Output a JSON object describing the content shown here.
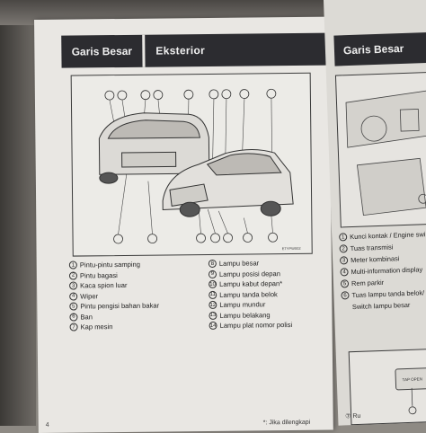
{
  "left_page": {
    "section": "Garis Besar",
    "title": "Eksterior",
    "diagram_code": "ETYPW002",
    "callouts_top": [
      "①",
      "⑭",
      "⑬",
      "⑥",
      "③",
      "⑪",
      "⑦"
    ],
    "callouts_bottom": [
      "⑭",
      "⑫",
      "⑦",
      "⑨",
      "⑩",
      "⑥",
      "①"
    ],
    "legend_left": [
      {
        "n": "1",
        "text": "Pintu-pintu samping"
      },
      {
        "n": "2",
        "text": "Pintu bagasi"
      },
      {
        "n": "3",
        "text": "Kaca spion luar"
      },
      {
        "n": "4",
        "text": "Wiper"
      },
      {
        "n": "5",
        "text": "Pintu pengisi bahan bakar"
      },
      {
        "n": "6",
        "text": "Ban"
      },
      {
        "n": "7",
        "text": "Kap mesin"
      }
    ],
    "legend_right": [
      {
        "n": "8",
        "text": "Lampu besar"
      },
      {
        "n": "9",
        "text": "Lampu posisi depan"
      },
      {
        "n": "10",
        "text": "Lampu kabut depan*"
      },
      {
        "n": "11",
        "text": "Lampu tanda belok"
      },
      {
        "n": "12",
        "text": "Lampu mundur"
      },
      {
        "n": "13",
        "text": "Lampu belakang"
      },
      {
        "n": "14",
        "text": "Lampu plat nomor polisi"
      }
    ],
    "footnote": "*: Jika dilengkapi",
    "page_number": "4"
  },
  "right_page": {
    "section": "Garis Besar",
    "legend": [
      {
        "n": "1",
        "text": "Kunci kontak / Engine swi"
      },
      {
        "n": "2",
        "text": "Tuas transmisi"
      },
      {
        "n": "3",
        "text": "Meter kombinasi"
      },
      {
        "n": "4",
        "text": "Multi-information display"
      },
      {
        "n": "5",
        "text": "Rem parkir"
      },
      {
        "n": "6",
        "text": "Tuas lampu tanda belok/"
      },
      {
        "n": "",
        "text": "Switch lampu besar"
      }
    ],
    "switch_label": "TAP OPEN",
    "footer": "⑦ Ru"
  }
}
